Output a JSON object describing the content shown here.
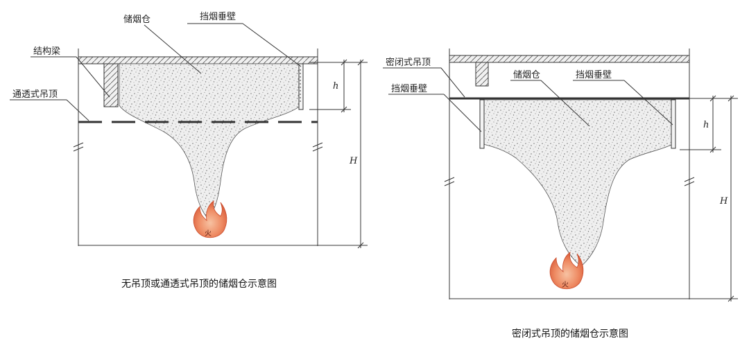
{
  "left_diagram": {
    "label_smoke_reservoir": "储烟仓",
    "label_smoke_curtain": "挡烟垂壁",
    "label_structural_beam": "结构梁",
    "label_open_ceiling": "通透式吊顶",
    "dim_small": "h",
    "dim_large": "H",
    "fire_glyph": "火",
    "caption": "无吊顶或通透式吊顶的储烟仓示意图"
  },
  "right_diagram": {
    "label_sealed_ceiling": "密闭式吊顶",
    "label_smoke_curtain_left": "挡烟垂壁",
    "label_smoke_reservoir": "储烟仓",
    "label_smoke_curtain_right": "挡烟垂壁",
    "dim_small": "h",
    "dim_large": "H",
    "fire_glyph": "火",
    "caption": "密闭式吊顶的储烟仓示意图"
  },
  "colors": {
    "line": "#333333",
    "smoke_fill": "#eeeeee",
    "smoke_dots": "#8a8a8a",
    "flame_outer": "#e8734f",
    "flame_inner": "#f5b08c"
  }
}
